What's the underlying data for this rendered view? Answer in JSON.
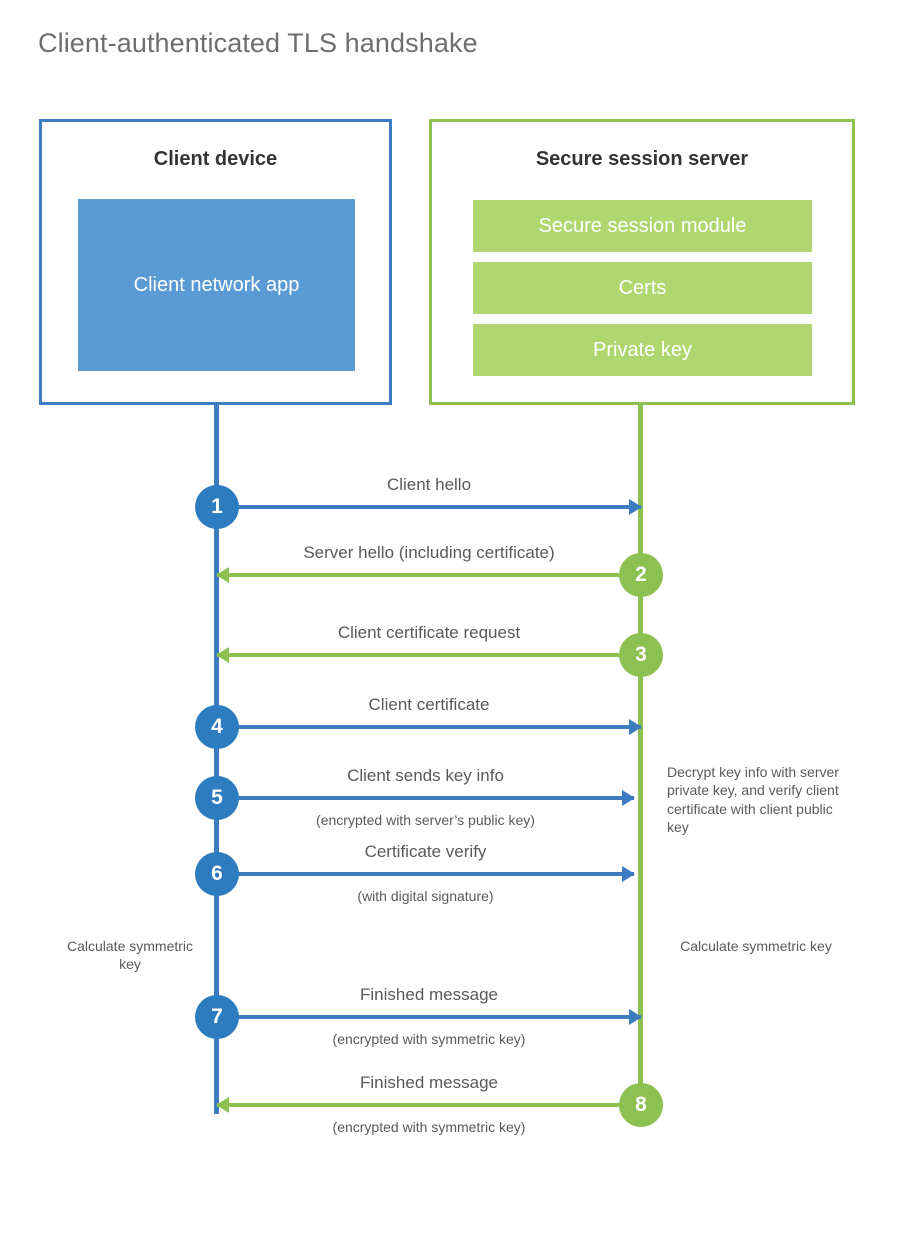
{
  "diagram": {
    "title": "Client-authenticated TLS handshake",
    "colors": {
      "client_blue": "#3b7dc0",
      "client_app_fill": "#5b9bd5",
      "server_green": "#8cc152",
      "server_bar_fill": "#b0d66f",
      "badge_blue": "#2e7cc0",
      "badge_green": "#8cc152",
      "text_gray": "#58595b",
      "title_gray": "#6d6e70"
    },
    "client_panel": {
      "title": "Client device",
      "app_label": "Client network app"
    },
    "server_panel": {
      "title": "Secure session server",
      "components": [
        "Secure session module",
        "Certs",
        "Private key"
      ]
    },
    "steps": [
      {
        "number": "1",
        "label": "Client hello",
        "sub": "",
        "direction": "client-to-server",
        "color": "blue"
      },
      {
        "number": "2",
        "label": "Server hello (including certificate)",
        "sub": "",
        "direction": "server-to-client",
        "color": "green"
      },
      {
        "number": "3",
        "label": "Client certificate request",
        "sub": "",
        "direction": "server-to-client",
        "color": "green"
      },
      {
        "number": "4",
        "label": "Client certificate",
        "sub": "",
        "direction": "client-to-server",
        "color": "blue"
      },
      {
        "number": "5",
        "label": "Client sends key info",
        "sub": "(encrypted with server’s public key)",
        "direction": "client-to-server",
        "color": "blue"
      },
      {
        "number": "6",
        "label": "Certificate verify",
        "sub": "(with digital signature)",
        "direction": "client-to-server",
        "color": "blue"
      },
      {
        "number": "7",
        "label": "Finished message",
        "sub": "(encrypted with symmetric key)",
        "direction": "client-to-server",
        "color": "blue"
      },
      {
        "number": "8",
        "label": "Finished message",
        "sub": "(encrypted with symmetric key)",
        "direction": "server-to-client",
        "color": "green"
      }
    ],
    "annotations": {
      "server_decrypt": "Decrypt key info with server private key, and verify client certificate with client public key",
      "client_calculate": "Calculate symmetric key",
      "server_calculate": "Calculate symmetric key"
    }
  }
}
